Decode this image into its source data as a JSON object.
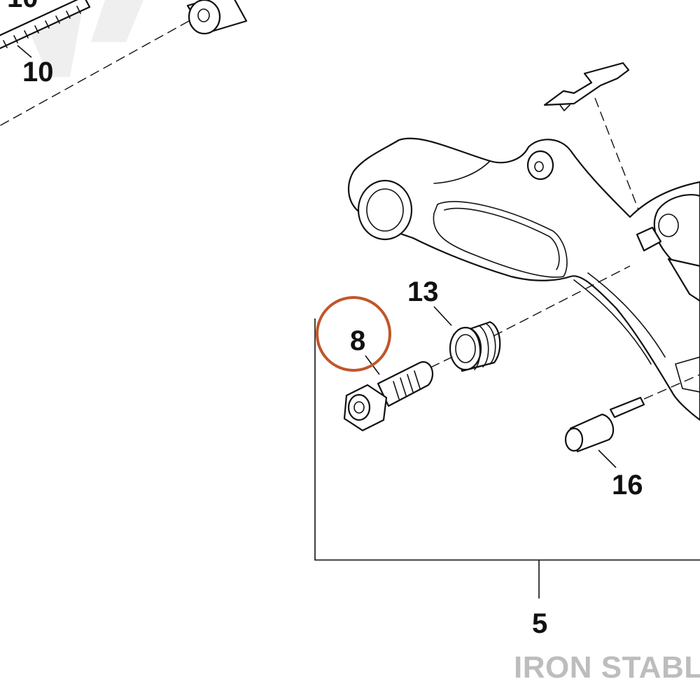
{
  "diagram": {
    "callouts": {
      "top_label": "10",
      "label_10": "10",
      "label_13": "13",
      "label_8": "8",
      "label_16": "16",
      "label_5": "5"
    },
    "highlight_color": "#c0562b",
    "watermark": "IRON STABLE"
  }
}
